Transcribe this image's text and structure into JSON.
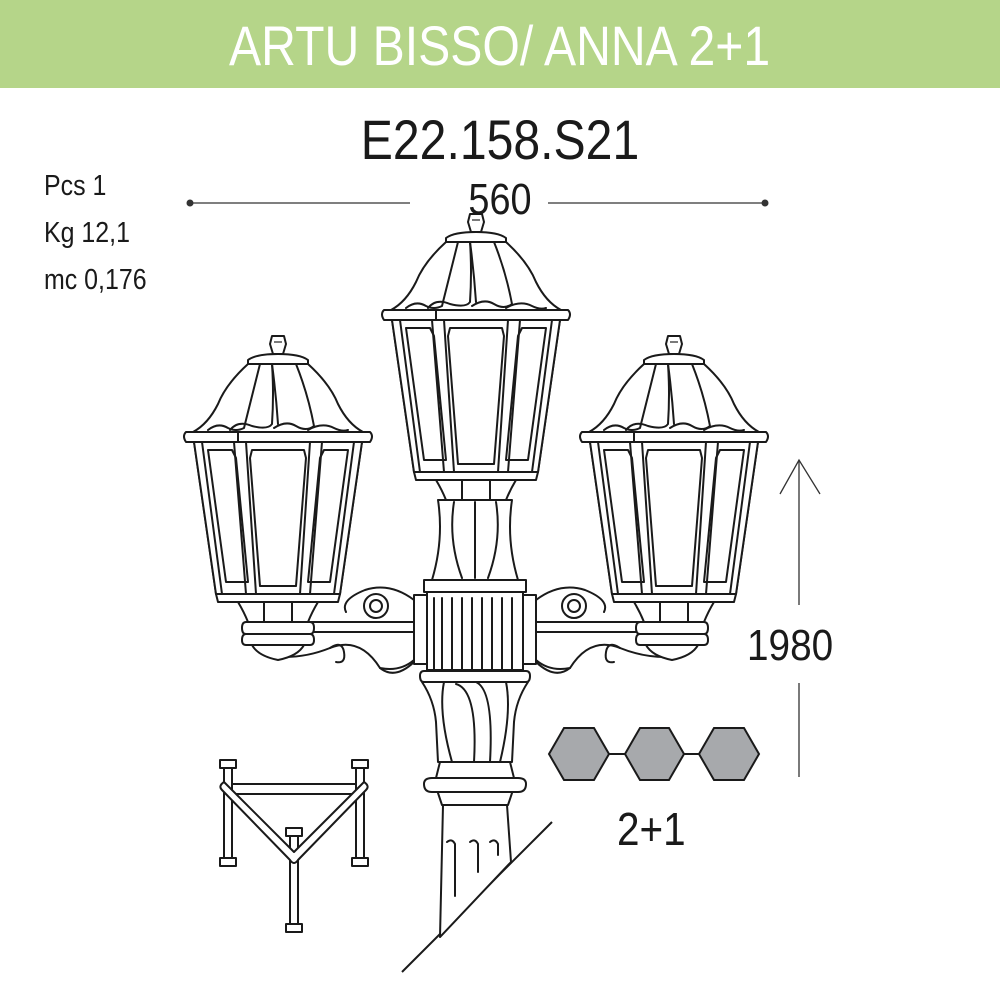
{
  "header": {
    "title": "ARTU BISSO/ ANNA 2+1",
    "background_color": "#b5d589",
    "text_color": "#ffffff"
  },
  "product": {
    "code": "E22.158.S21"
  },
  "specs": {
    "pieces": "Pcs 1",
    "weight": "Kg 12,1",
    "volume": "mc 0,176"
  },
  "dimensions": {
    "width": "560",
    "height": "1980"
  },
  "configuration": {
    "label": "2+1",
    "lamp_count": 3,
    "symbol": "hexagon",
    "symbol_color": "#a7a9ac"
  },
  "illustration": {
    "lanterns": [
      "left-lantern",
      "center-lantern",
      "right-lantern"
    ],
    "components": [
      "pole",
      "scroll-arms",
      "mounting-base-frame",
      "ground-line"
    ]
  }
}
